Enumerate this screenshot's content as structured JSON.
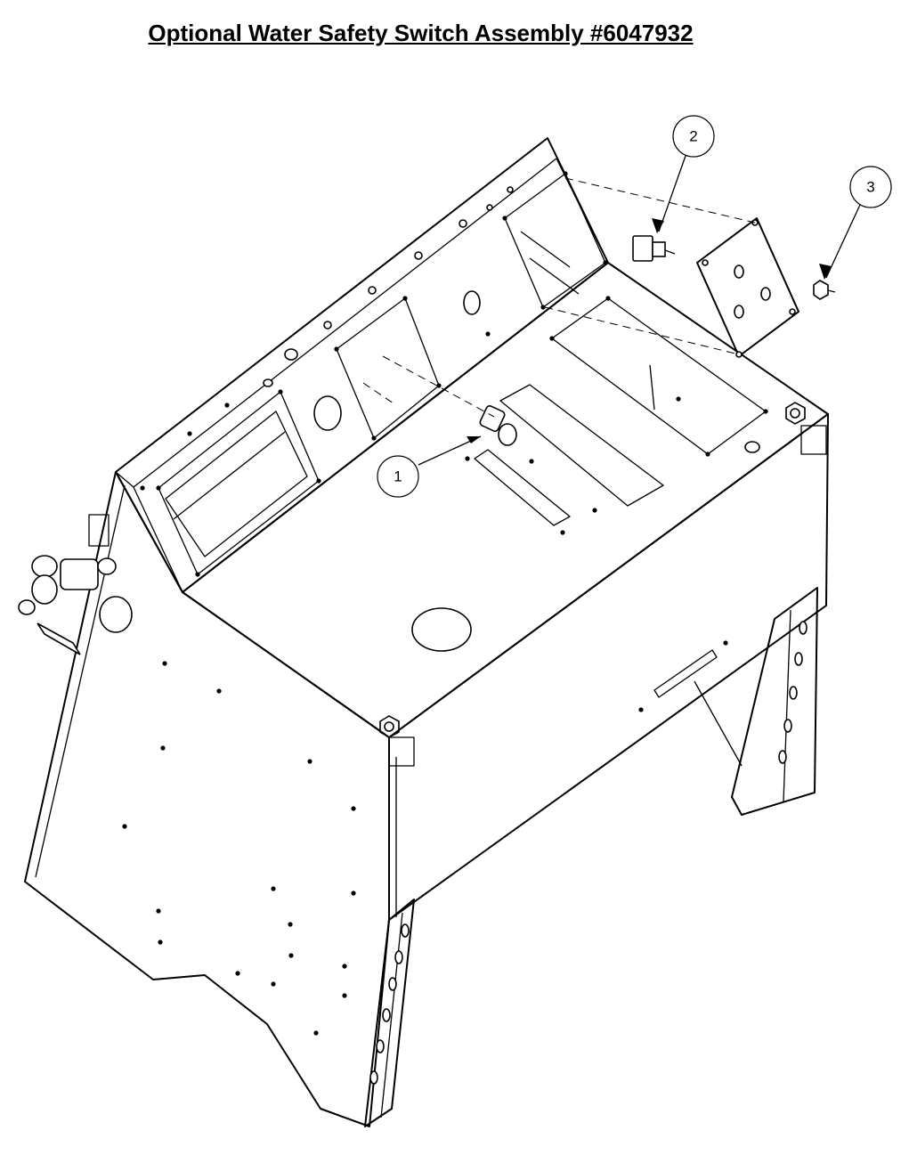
{
  "title": "Optional Water Safety Switch Assembly #6047932",
  "callouts": [
    {
      "label": "1"
    },
    {
      "label": "2"
    },
    {
      "label": "3"
    }
  ]
}
